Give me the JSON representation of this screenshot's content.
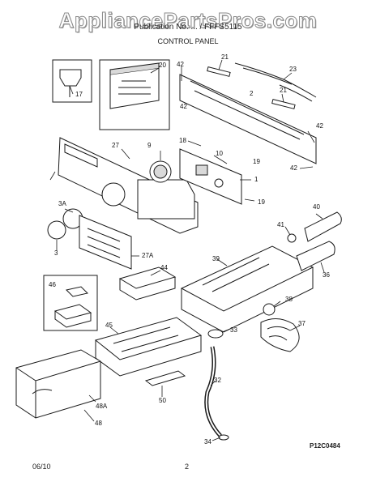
{
  "header": {
    "watermark": "AppliancePartsPros.com",
    "publication_line": "Publication No. ... / FFFS5115",
    "section_title": "CONTROL PANEL"
  },
  "callouts": [
    "17",
    "20",
    "21",
    "21",
    "23",
    "42",
    "42",
    "42",
    "42",
    "2",
    "27",
    "9",
    "10",
    "19",
    "1",
    "19",
    "18",
    "3A",
    "3",
    "27A",
    "40",
    "41",
    "39",
    "36",
    "38",
    "37",
    "33",
    "32",
    "34",
    "44",
    "46",
    "45",
    "48A",
    "48",
    "50"
  ],
  "footer": {
    "date": "06/10",
    "page": "2",
    "drawing_code": "P12C0484"
  },
  "colors": {
    "line": "#1a1a1a",
    "fill": "#ffffff",
    "shade": "#d9d9d9"
  }
}
